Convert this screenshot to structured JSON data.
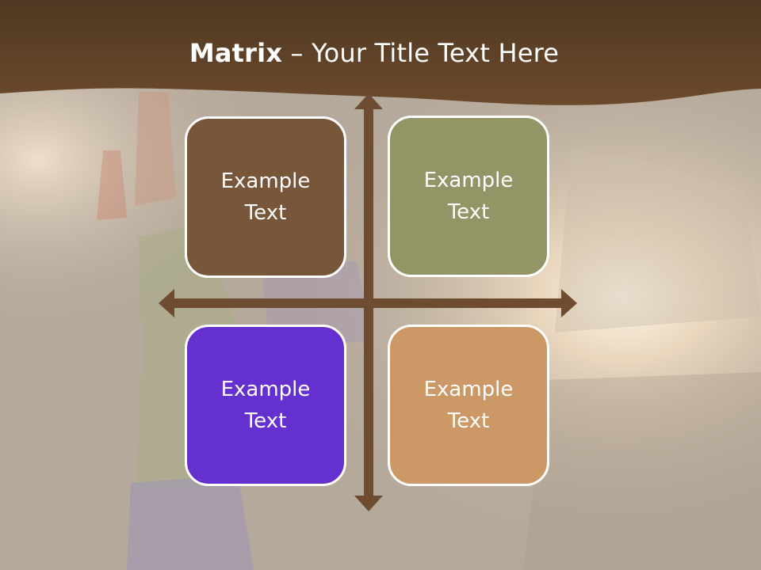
{
  "slide": {
    "title_bold": "Matrix",
    "title_rest": " – Your Title Text Here"
  },
  "matrix": {
    "quadrants": [
      {
        "label": "Example Text",
        "color": "#77563a"
      },
      {
        "label": "Example Text",
        "color": "#939566"
      },
      {
        "label": "Example Text",
        "color": "#6430d0"
      },
      {
        "label": "Example Text",
        "color": "#cc9866"
      }
    ],
    "axis_color": "#6e4c32"
  },
  "colors": {
    "header_band": "#5c4129",
    "background": "#b7aa9c"
  }
}
